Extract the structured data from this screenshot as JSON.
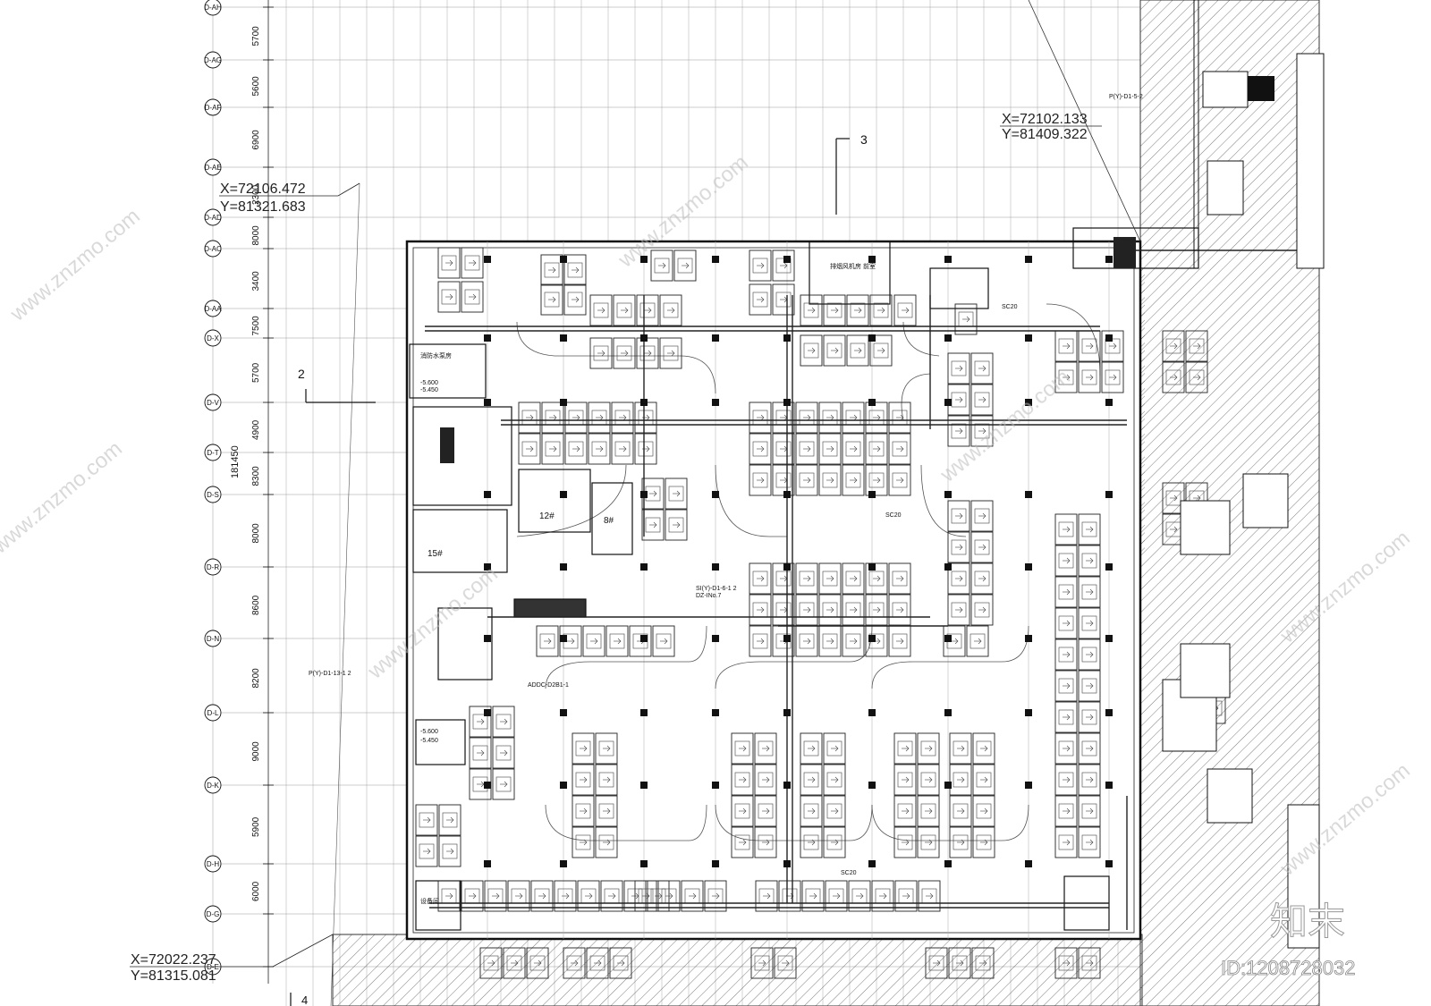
{
  "drawing": {
    "grid_rows": [
      "D-AH",
      "D-AG",
      "D-AF",
      "D-AE",
      "D-AD",
      "D-AC",
      "D-AA",
      "D-X",
      "D-V",
      "D-T",
      "D-S",
      "D-R",
      "D-N",
      "D-L",
      "D-K",
      "D-H",
      "D-G",
      "D-E"
    ],
    "row_spacings": [
      "5700",
      "5600",
      "6900",
      "2300",
      "8000",
      "3400",
      "7500",
      "5700",
      "4900",
      "8300",
      "8000",
      "8600",
      "8200",
      "9000",
      "5900",
      "6000"
    ],
    "total_dimension": "181450",
    "coordinates": [
      {
        "x": "X=72106.472",
        "y": "Y=81321.683"
      },
      {
        "x": "X=72102.133",
        "y": "Y=81409.322"
      },
      {
        "x": "X=72022.237",
        "y": "Y=81315.081"
      }
    ],
    "section_markers": [
      "2",
      "3",
      "4"
    ],
    "room_labels": {
      "fan_room": "排烟风机房",
      "elev_lobby": "前室",
      "pump_room": "消防水泵房",
      "level_1": "-5.600",
      "level_2": "-5.450",
      "level_3": "-5.600",
      "level_4": "-5.450",
      "stair_12": "12#",
      "stair_8": "8#",
      "stair_15": "15#",
      "equip_room": "设备间",
      "sc20_a": "SC20",
      "sc20_b": "SC20",
      "sc20_c": "SC20",
      "annotation_1": "P(Y)-D1-13-1 2",
      "annotation_2": "SI(Y)-D1-6-1 2",
      "annotation_3": "DZ-INo.7",
      "annotation_4": "P(Y)-D1-5-2",
      "annotation_5": "ADDC-D2B1-1"
    },
    "watermark": {
      "site": "www.znzmo.com",
      "logo": "知末",
      "id_text": "ID:1208728032"
    }
  }
}
